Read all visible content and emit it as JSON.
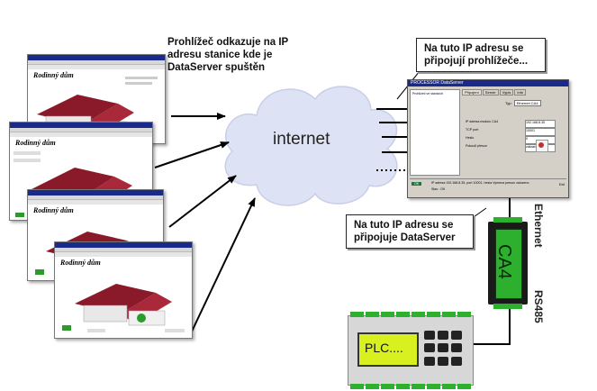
{
  "caption_browser": {
    "line1": "Prohlížeč odkazuje na IP",
    "line2": "adresu stanice kde je",
    "line3": "DataServer spuštěn"
  },
  "callout_top": {
    "line1": "Na tuto IP adresu se",
    "line2": "připojují prohlížeče..."
  },
  "callout_bottom": {
    "line1": "Na tuto IP adresu se",
    "line2": "připojuje DataServer"
  },
  "cloud_label": "internet",
  "browser_page_title": "Rodinný dům",
  "dataserver_window": {
    "title": "PROCESSOR DataServer",
    "tabs": [
      "Připojení",
      "Server",
      "Výpis",
      "Info"
    ],
    "left_item": "Prohlížeč ve stanicích",
    "bottom_text1": "IP adresa 192.168.8.35, port 10001, hesla Vymena presun zalozeno",
    "bottom_text2": "Stav : OK",
    "field_labels": [
      "IP adresa modulu CA4",
      "TCP port",
      "Heslo",
      "Pokusů přesun"
    ],
    "field_values": [
      "192.168.8.35",
      "10001",
      "0",
      "zákaznic"
    ],
    "type_label": "Typ:",
    "type_value": "Ethernet CA4",
    "ok_label": "OK",
    "close_label": "Exit"
  },
  "labels": {
    "ethernet": "Ethernet",
    "rs485": "RS485",
    "module": "CA4",
    "plc": "PLC...."
  },
  "colors": {
    "cloud": "#dde3f4",
    "module_green": "#2db02d",
    "plc_screen": "#d8f020",
    "roof": "#8a1a2a",
    "window_title": "#1a2a8a"
  }
}
